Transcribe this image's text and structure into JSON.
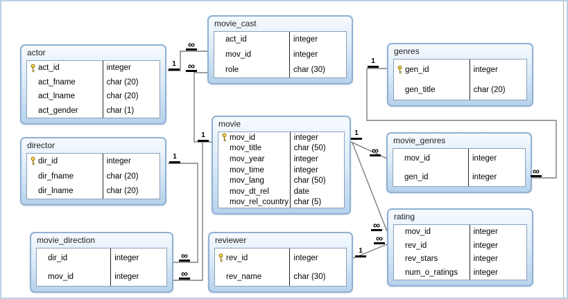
{
  "cardinality": {
    "one": "1",
    "many": "∞"
  },
  "colors": {
    "table_border": "#8fb0d2",
    "table_header_gradient_top": "#f6fafe",
    "table_header_gradient_bottom": "#b7d2ec",
    "body_border": "#8aa0b8",
    "line": "#7d7d7d",
    "marker": "#000000",
    "key_gold": "#ffe14d",
    "key_outline": "#9a7d1f",
    "canvas_border": "#b9cfe7"
  },
  "tables": [
    {
      "title": "actor",
      "fields": [
        {
          "key": true,
          "name": "act_id",
          "type": "integer"
        },
        {
          "key": false,
          "name": "act_fname",
          "type": "char (20)"
        },
        {
          "key": false,
          "name": "act_lname",
          "type": "char (20)"
        },
        {
          "key": false,
          "name": "act_gender",
          "type": "char (1)"
        }
      ]
    },
    {
      "title": "director",
      "fields": [
        {
          "key": true,
          "name": "dir_id",
          "type": "integer"
        },
        {
          "key": false,
          "name": "dir_fname",
          "type": "char (20)"
        },
        {
          "key": false,
          "name": "dir_lname",
          "type": "char (20)"
        }
      ]
    },
    {
      "title": "movie_direction",
      "fields": [
        {
          "key": false,
          "name": "dir_id",
          "type": "integer"
        },
        {
          "key": false,
          "name": "mov_id",
          "type": "integer"
        }
      ]
    },
    {
      "title": "movie_cast",
      "fields": [
        {
          "key": false,
          "name": "act_id",
          "type": "integer"
        },
        {
          "key": false,
          "name": "mov_id",
          "type": "integer"
        },
        {
          "key": false,
          "name": "role",
          "type": "char (30)"
        }
      ]
    },
    {
      "title": "movie",
      "fields": [
        {
          "key": true,
          "name": "mov_id",
          "type": "integer"
        },
        {
          "key": false,
          "name": "mov_title",
          "type": "char (50)"
        },
        {
          "key": false,
          "name": "mov_year",
          "type": "integer"
        },
        {
          "key": false,
          "name": "mov_time",
          "type": "integer"
        },
        {
          "key": false,
          "name": "mov_lang",
          "type": "char (50)"
        },
        {
          "key": false,
          "name": "mov_dt_rel",
          "type": "date"
        },
        {
          "key": false,
          "name": "mov_rel_country",
          "type": "char (5)"
        }
      ]
    },
    {
      "title": "reviewer",
      "fields": [
        {
          "key": true,
          "name": "rev_id",
          "type": "integer"
        },
        {
          "key": false,
          "name": "rev_name",
          "type": "char (30)"
        }
      ]
    },
    {
      "title": "genres",
      "fields": [
        {
          "key": true,
          "name": "gen_id",
          "type": "integer"
        },
        {
          "key": false,
          "name": "gen_title",
          "type": "char (20)"
        }
      ]
    },
    {
      "title": "movie_genres",
      "fields": [
        {
          "key": false,
          "name": "mov_id",
          "type": "integer"
        },
        {
          "key": false,
          "name": "gen_id",
          "type": "integer"
        }
      ]
    },
    {
      "title": "rating",
      "fields": [
        {
          "key": false,
          "name": "mov_id",
          "type": "integer"
        },
        {
          "key": false,
          "name": "rev_id",
          "type": "integer"
        },
        {
          "key": false,
          "name": "rev_stars",
          "type": "integer"
        },
        {
          "key": false,
          "name": "num_o_ratings",
          "type": "integer"
        }
      ]
    }
  ],
  "relationships": [
    {
      "from": "actor",
      "to": "movie_cast",
      "from_card": "1",
      "to_card": "∞"
    },
    {
      "from": "movie",
      "to": "movie_cast",
      "from_card": "1",
      "to_card": "∞"
    },
    {
      "from": "director",
      "to": "movie_direction",
      "from_card": "1",
      "to_card": "∞"
    },
    {
      "from": "movie",
      "to": "movie_direction",
      "from_card": "1",
      "to_card": "∞"
    },
    {
      "from": "movie",
      "to": "movie_genres",
      "from_card": "1",
      "to_card": "∞"
    },
    {
      "from": "genres",
      "to": "movie_genres",
      "from_card": "1",
      "to_card": "∞"
    },
    {
      "from": "movie",
      "to": "rating",
      "from_card": "1",
      "to_card": "∞"
    },
    {
      "from": "reviewer",
      "to": "rating",
      "from_card": "1",
      "to_card": "∞"
    }
  ]
}
